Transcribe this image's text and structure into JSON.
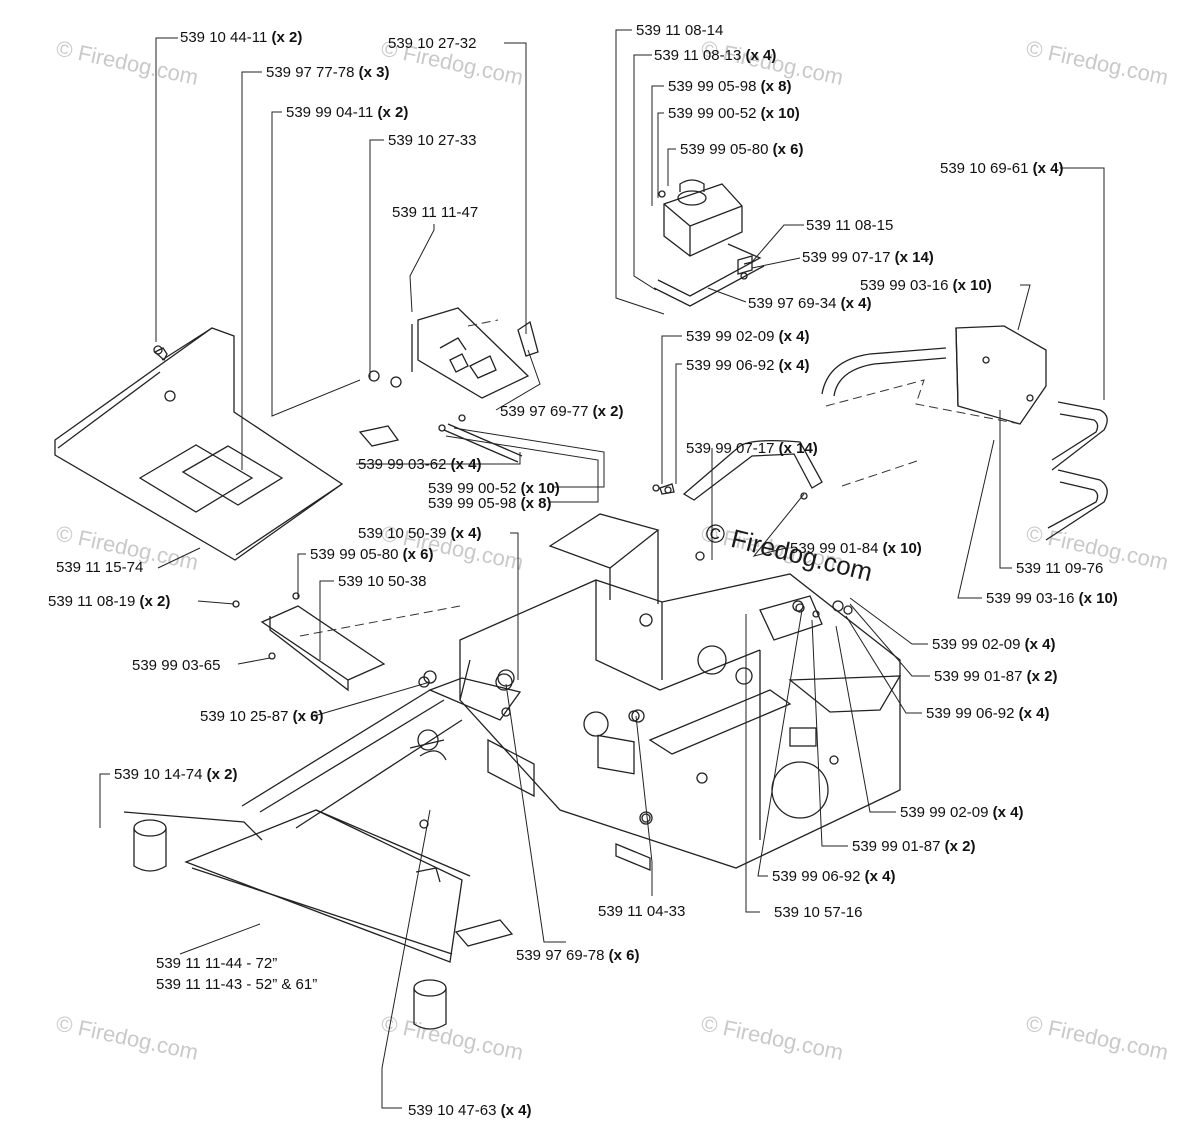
{
  "watermarks": [
    "© Firedog.com",
    "© Firedog.com",
    "© Firedog.com",
    "© Firedog.com",
    "© Firedog.com",
    "© Firedog.com",
    "© Firedog.com",
    "© Firedog.com",
    "© Firedog.com",
    "© Firedog.com",
    "© Firedog.com",
    "© Firedog.com"
  ],
  "center_watermark": "© Firedog.com",
  "labels": [
    {
      "part": "539 10 44-11",
      "qty": "(x 2)"
    },
    {
      "part": "539 97 77-78",
      "qty": "(x 3)"
    },
    {
      "part": "539 99 04-11",
      "qty": "(x 2)"
    },
    {
      "part": "539 10 27-32",
      "qty": ""
    },
    {
      "part": "539 10 27-33",
      "qty": ""
    },
    {
      "part": "539 11 11-47",
      "qty": ""
    },
    {
      "part": "539 11 08-14",
      "qty": ""
    },
    {
      "part": "539 11 08-13",
      "qty": "(x 4)"
    },
    {
      "part": "539 99 05-98",
      "qty": "(x 8)"
    },
    {
      "part": "539 99 00-52",
      "qty": "(x 10)"
    },
    {
      "part": "539 99 05-80",
      "qty": "(x 6)"
    },
    {
      "part": "539 11 08-15",
      "qty": ""
    },
    {
      "part": "539 99 07-17",
      "qty": "(x 14)"
    },
    {
      "part": "539 97 69-34",
      "qty": "(x 4)"
    },
    {
      "part": "539 10 69-61",
      "qty": "(x 4)"
    },
    {
      "part": "539 99 03-16",
      "qty": "(x 10)"
    },
    {
      "part": "539 99 02-09",
      "qty": "(x 4)"
    },
    {
      "part": "539 99 06-92",
      "qty": "(x 4)"
    },
    {
      "part": "539 97 69-77",
      "qty": "(x 2)"
    },
    {
      "part": "539 99 03-62",
      "qty": "(x 4)"
    },
    {
      "part": "539 99 00-52",
      "qty": "(x 10)"
    },
    {
      "part": "539 99 05-98",
      "qty": "(x 8)"
    },
    {
      "part": "539 99 07-17",
      "qty": "(x 14)"
    },
    {
      "part": "539 11 15-74",
      "qty": ""
    },
    {
      "part": "539 10 50-39",
      "qty": "(x 4)"
    },
    {
      "part": "539 99 05-80",
      "qty": "(x 6)"
    },
    {
      "part": "539 10 50-38",
      "qty": ""
    },
    {
      "part": "539 11 08-19",
      "qty": "(x 2)"
    },
    {
      "part": "539 99 03-65",
      "qty": ""
    },
    {
      "part": "539 99 01-84",
      "qty": "(x 10)"
    },
    {
      "part": "539 11 09-76",
      "qty": ""
    },
    {
      "part": "539 99 03-16",
      "qty": "(x 10)"
    },
    {
      "part": "539 99 02-09",
      "qty": "(x 4)"
    },
    {
      "part": "539 99 01-87",
      "qty": "(x 2)"
    },
    {
      "part": "539 99 06-92",
      "qty": "(x 4)"
    },
    {
      "part": "539 10 25-87",
      "qty": "(x 6)"
    },
    {
      "part": "539 10 14-74",
      "qty": "(x 2)"
    },
    {
      "part": "539 99 02-09",
      "qty": "(x 4)"
    },
    {
      "part": "539 99 01-87",
      "qty": "(x 2)"
    },
    {
      "part": "539 99 06-92",
      "qty": "(x 4)"
    },
    {
      "part": "539 11 04-33",
      "qty": ""
    },
    {
      "part": "539 10 57-16",
      "qty": ""
    },
    {
      "part": "539 97 69-78",
      "qty": "(x 6)"
    },
    {
      "part": "539 11 11-44 - 72”",
      "qty": ""
    },
    {
      "part": "539 11 11-43 - 52” & 61”",
      "qty": ""
    },
    {
      "part": "539 10 47-63",
      "qty": "(x 4)"
    }
  ]
}
